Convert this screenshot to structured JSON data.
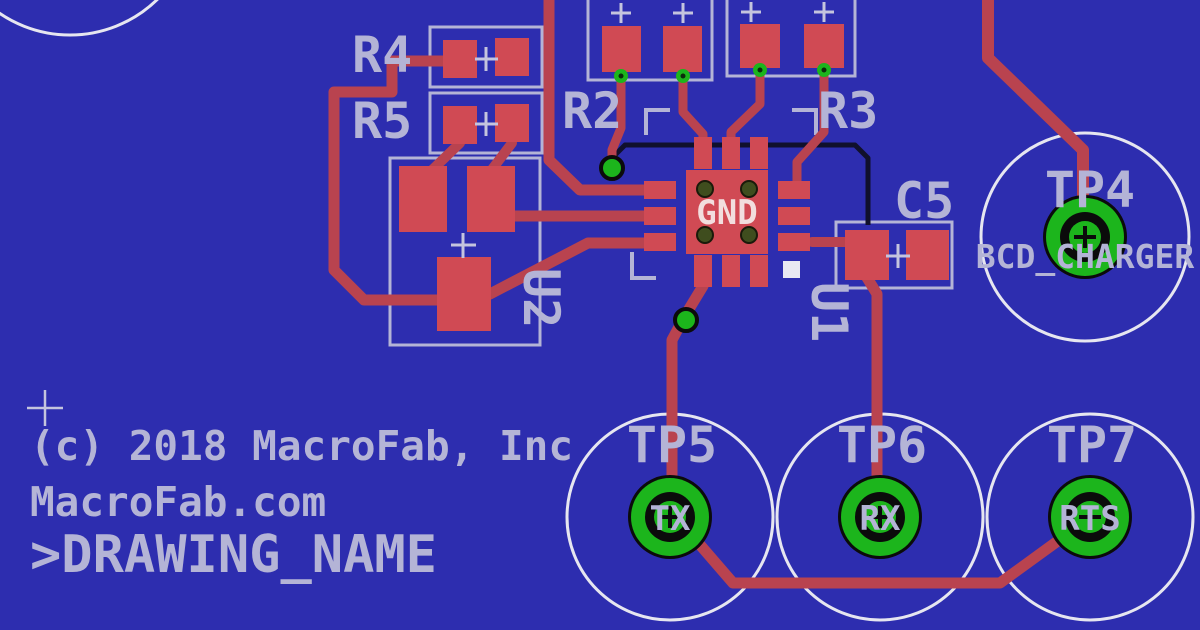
{
  "colors": {
    "board_blue": "#2d2daf",
    "copper_trace": "#b9434f",
    "copper_pad": "#d04a54",
    "silkscreen_lavender": "#b4b4d6",
    "silkscreen_white": "#e6e6f0",
    "drill_green": "#1cb51c",
    "dark_trace": "#10102c"
  },
  "components": {
    "r4": "R4",
    "r5": "R5",
    "r2": "R2",
    "r3": "R3",
    "c5": "C5",
    "u1": "U1",
    "u2": "U2"
  },
  "pad_labels": {
    "gnd": "GND"
  },
  "testpoints": {
    "tp4": {
      "ref": "TP4",
      "net": "BCD_CHARGER"
    },
    "tp5": {
      "ref": "TP5",
      "net": "TX"
    },
    "tp6": {
      "ref": "TP6",
      "net": "RX"
    },
    "tp7": {
      "ref": "TP7",
      "net": "RTS"
    }
  },
  "legend": {
    "copyright": "(c) 2018 MacroFab, Inc",
    "website": "MacroFab.com",
    "drawing_name": ">DRAWING_NAME"
  }
}
